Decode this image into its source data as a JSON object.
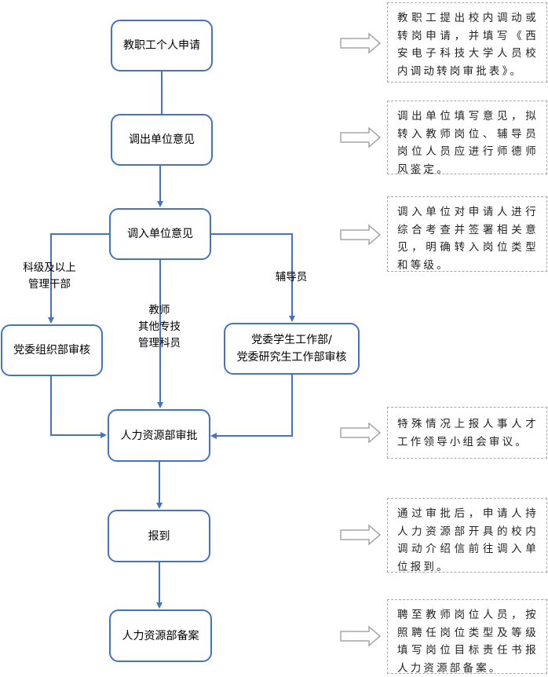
{
  "colors": {
    "node_border": "#4472c4",
    "connector": "#4472c4",
    "note_border": "#a6a6a6",
    "hollow_arrow": "#a6a6a6"
  },
  "nodes": {
    "apply": "教职工个人申请",
    "out_unit": "调出单位意见",
    "in_unit": "调入单位意见",
    "org_dept": "党委组织部审核",
    "student_dept_line1": "党委学生工作部/",
    "student_dept_line2": "党委研究生工作部审核",
    "hr_approve": "人力资源部审批",
    "report": "报到",
    "hr_record": "人力资源部备案"
  },
  "edge_labels": {
    "cadre_line1": "科级及以上",
    "cadre_line2": "管理干部",
    "teacher_line1": "教师",
    "teacher_line2": "其他专技",
    "teacher_line3": "管理科员",
    "counselor": "辅导员"
  },
  "notes": [
    "教职工提出校内调动或转岗申请，并填写《西安电子科技大学人员校内调动转岗审批表》。",
    "调出单位填写意见，拟转入教师岗位、辅导员岗位人员应进行师德师风鉴定。",
    "调入单位对申请人进行综合考查并签署相关意见，明确转入岗位类型和等级。",
    "特殊情况上报人事人才工作领导小组会审议。",
    "通过审批后，申请人持人力资源部开具的校内调动介绍信前往调入单位报到。",
    "聘至教师岗位人员，按照聘任岗位类型及等级填写岗位目标责任书报人力资源部备案。"
  ]
}
